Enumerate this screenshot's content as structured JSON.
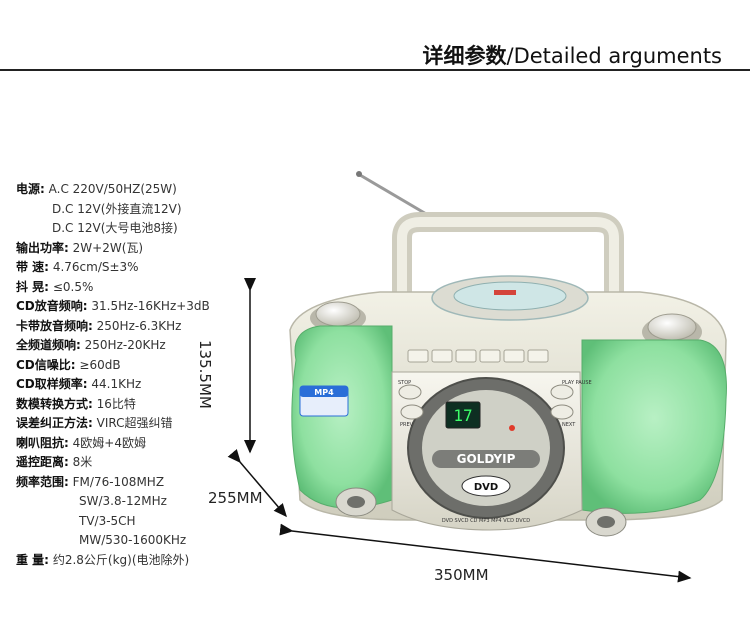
{
  "header": {
    "title_cn": "详细参数",
    "title_en": "/Detailed arguments"
  },
  "specs": [
    {
      "label": "电源:",
      "value": "A.C  220V/50HZ(25W)"
    },
    {
      "label": "",
      "value": "D.C  12V(外接直流12V)"
    },
    {
      "label": "",
      "value": "D.C  12V(大号电池8接)"
    },
    {
      "label": "输出功率:",
      "value": "2W+2W(瓦)"
    },
    {
      "label": "带      速:",
      "value": "4.76cm/S±3%"
    },
    {
      "label": "抖      晃:",
      "value": "≤0.5%"
    },
    {
      "label": "CD放音频响:",
      "value": "31.5Hz-16KHz+3dB"
    },
    {
      "label": "卡带放音频响:",
      "value": "250Hz-6.3KHz"
    },
    {
      "label": "全频道频响:",
      "value": "250Hz-20KHz"
    },
    {
      "label": "CD信噪比:",
      "value": "≥60dB"
    },
    {
      "label": "CD取样频率:",
      "value": "44.1KHz"
    },
    {
      "label": "数模转换方式:",
      "value": "16比特"
    },
    {
      "label": "误差纠正方法:",
      "value": "VIRC超强纠错"
    },
    {
      "label": "喇叭阻抗:",
      "value": "4欧姆+4欧姆"
    },
    {
      "label": "遥控距离:",
      "value": "8米"
    },
    {
      "label": "频率范围:",
      "value": "FM/76-108MHZ"
    },
    {
      "label": "",
      "value": "SW/3.8-12MHz"
    },
    {
      "label": "",
      "value": "TV/3-5CH"
    },
    {
      "label": "",
      "value": "MW/530-1600KHz"
    },
    {
      "label": "重      量:",
      "value": "约2.8公斤(kg)(电池除外)"
    }
  ],
  "dimensions": {
    "height": "135.5MM",
    "depth": "255MM",
    "width": "350MM"
  },
  "device": {
    "brand": "GOLDYIP",
    "display": "17",
    "disc_logo": "DVD",
    "formats_label": "MP4",
    "top_buttons": [
      "STOP",
      "PLAY PAUSE",
      "PREV",
      "NEXT"
    ],
    "front_text": "DVD SVCD CD MP3 MP4 VCD DVCD",
    "colors": {
      "body": "#e5e3d3",
      "speaker": "#8ee0a0",
      "accent": "#2a6ed8"
    }
  }
}
